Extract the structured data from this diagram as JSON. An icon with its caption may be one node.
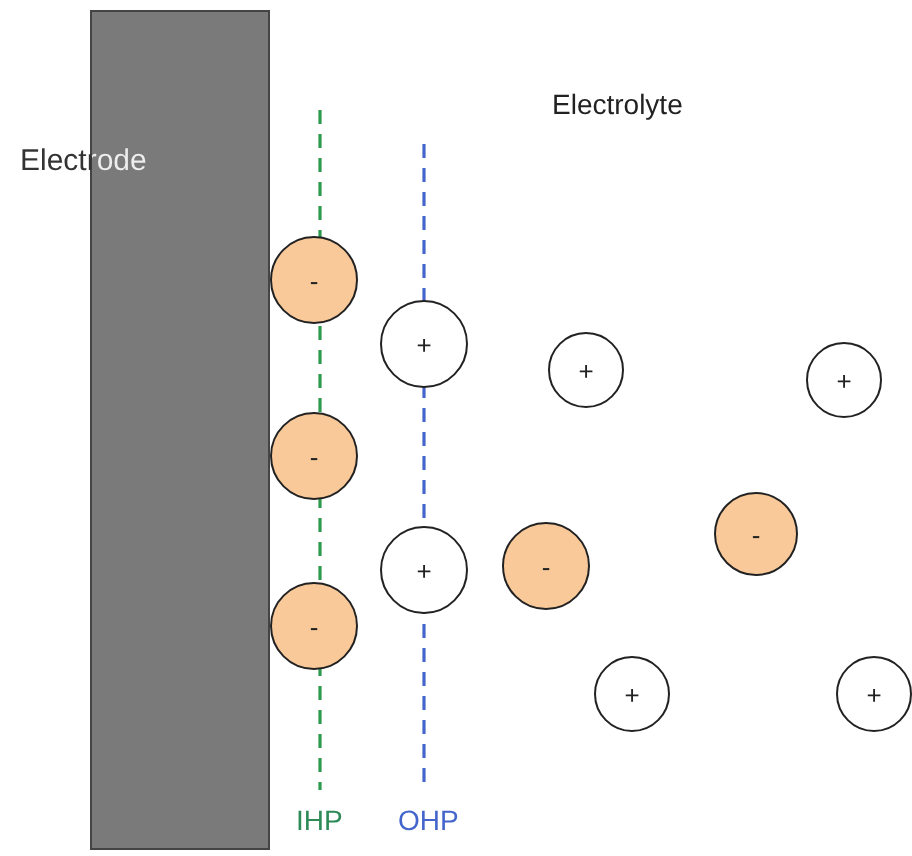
{
  "diagram": {
    "nodes": [
      {
        "text": [
          "Electrode"
        ]
      },
      {
        "text": [
          "-"
        ]
      },
      {
        "text": [
          "+"
        ]
      },
      {
        "text": [
          "+"
        ]
      },
      {
        "text": [
          "+"
        ]
      },
      {
        "text": [
          "-"
        ]
      },
      {
        "text": [
          "-"
        ]
      },
      {
        "text": [
          "-"
        ]
      },
      {
        "text": [
          "+"
        ]
      },
      {
        "text": [
          "-"
        ]
      },
      {
        "text": [
          "+"
        ]
      },
      {
        "text": [
          "+"
        ]
      }
    ],
    "labels": [
      "Electrolyte",
      "IHP",
      "OHP"
    ]
  }
}
